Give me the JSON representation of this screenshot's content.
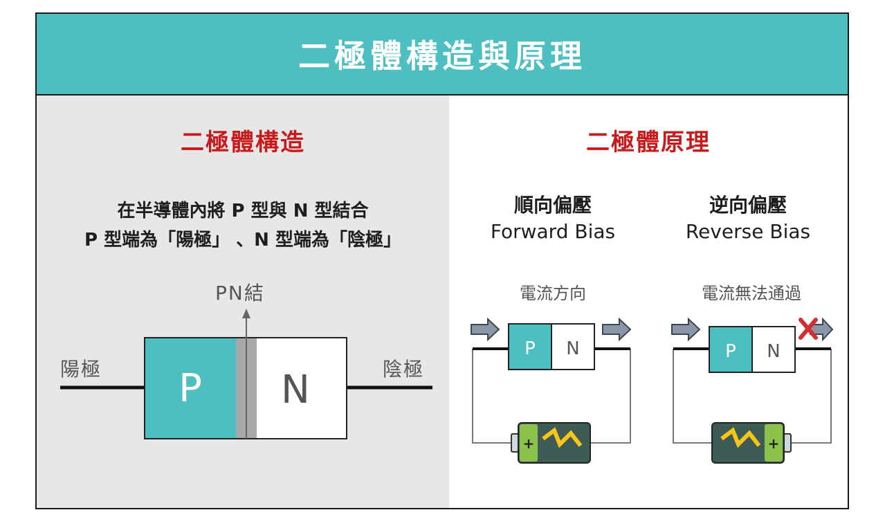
{
  "header": {
    "title": "二極體構造與原理"
  },
  "structure": {
    "title": "二極體構造",
    "description_line1": "在半導體內將 P 型與 N 型結合",
    "description_line2": "P 型端為「陽極」 、N 型端為「陰極」",
    "junction_label": "PN結",
    "anode_label": "陽極",
    "cathode_label": "陰極",
    "p_label": "P",
    "n_label": "N"
  },
  "principle": {
    "title": "二極體原理",
    "forward": {
      "title_zh": "順向偏壓",
      "title_en": "Forward Bias",
      "current_label": "電流方向",
      "p_label": "P",
      "n_label": "N",
      "battery_plus": "+"
    },
    "reverse": {
      "title_zh": "逆向偏壓",
      "title_en": "Reverse Bias",
      "current_label": "電流無法通過",
      "p_label": "P",
      "n_label": "N",
      "battery_plus": "+"
    }
  },
  "colors": {
    "teal": "#4dbfc0",
    "red_title": "#c8191b",
    "battery_green": "#8bc34a",
    "battery_body": "#3d5a55",
    "bolt": "#f5c518",
    "cross": "#d32f2f"
  }
}
